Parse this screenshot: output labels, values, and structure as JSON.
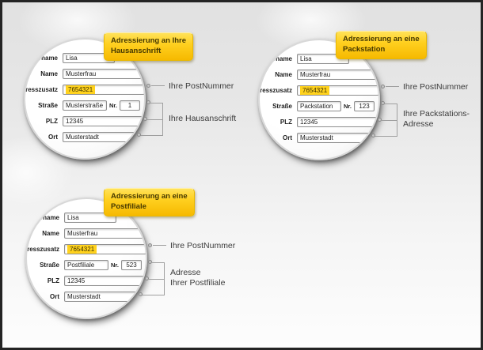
{
  "colors": {
    "callout_yellow_top": "#ffe25a",
    "callout_yellow_bottom": "#f6b900",
    "postnummer_highlight": "#ffd21e",
    "background_top": "#e1e1e1",
    "background_bottom": "#fdfdfd",
    "frame_border": "#242424",
    "annotation_line": "#9f9f9f"
  },
  "form_labels": {
    "vorname": "Vorname",
    "name": "Name",
    "adresszusatz": "Adresszusatz",
    "strasse": "Straße",
    "nr": "Nr.",
    "plz": "PLZ",
    "ort": "Ort"
  },
  "panels": [
    {
      "id": "hausanschrift",
      "title_line1": "Adressierung an Ihre",
      "title_line2": "Hausanschrift",
      "form": {
        "vorname": "Lisa",
        "name": "Musterfrau",
        "adresszusatz": "7654321",
        "strasse": "Musterstraße",
        "nr": "1",
        "plz": "12345",
        "ort": "Musterstadt"
      },
      "annotations": {
        "postnummer": "Ihre PostNummer",
        "address_line1": "Ihre Hausanschrift"
      }
    },
    {
      "id": "packstation",
      "title_line1": "Adressierung an eine",
      "title_line2": "Packstation",
      "form": {
        "vorname": "Lisa",
        "name": "Musterfrau",
        "adresszusatz": "7654321",
        "strasse": "Packstation",
        "nr": "123",
        "plz": "12345",
        "ort": "Musterstadt"
      },
      "annotations": {
        "postnummer": "Ihre PostNummer",
        "address_line1": "Ihre Packstations-",
        "address_line2": "Adresse"
      }
    },
    {
      "id": "postfiliale",
      "title_line1": "Adressierung an eine",
      "title_line2": "Postfiliale",
      "form": {
        "vorname": "Lisa",
        "name": "Musterfrau",
        "adresszusatz": "7654321",
        "strasse": "Postfiliale",
        "nr": "523",
        "plz": "12345",
        "ort": "Musterstadt"
      },
      "annotations": {
        "postnummer": "Ihre PostNummer",
        "address_line1": "Adresse",
        "address_line2": "Ihrer Postfiliale"
      }
    }
  ]
}
